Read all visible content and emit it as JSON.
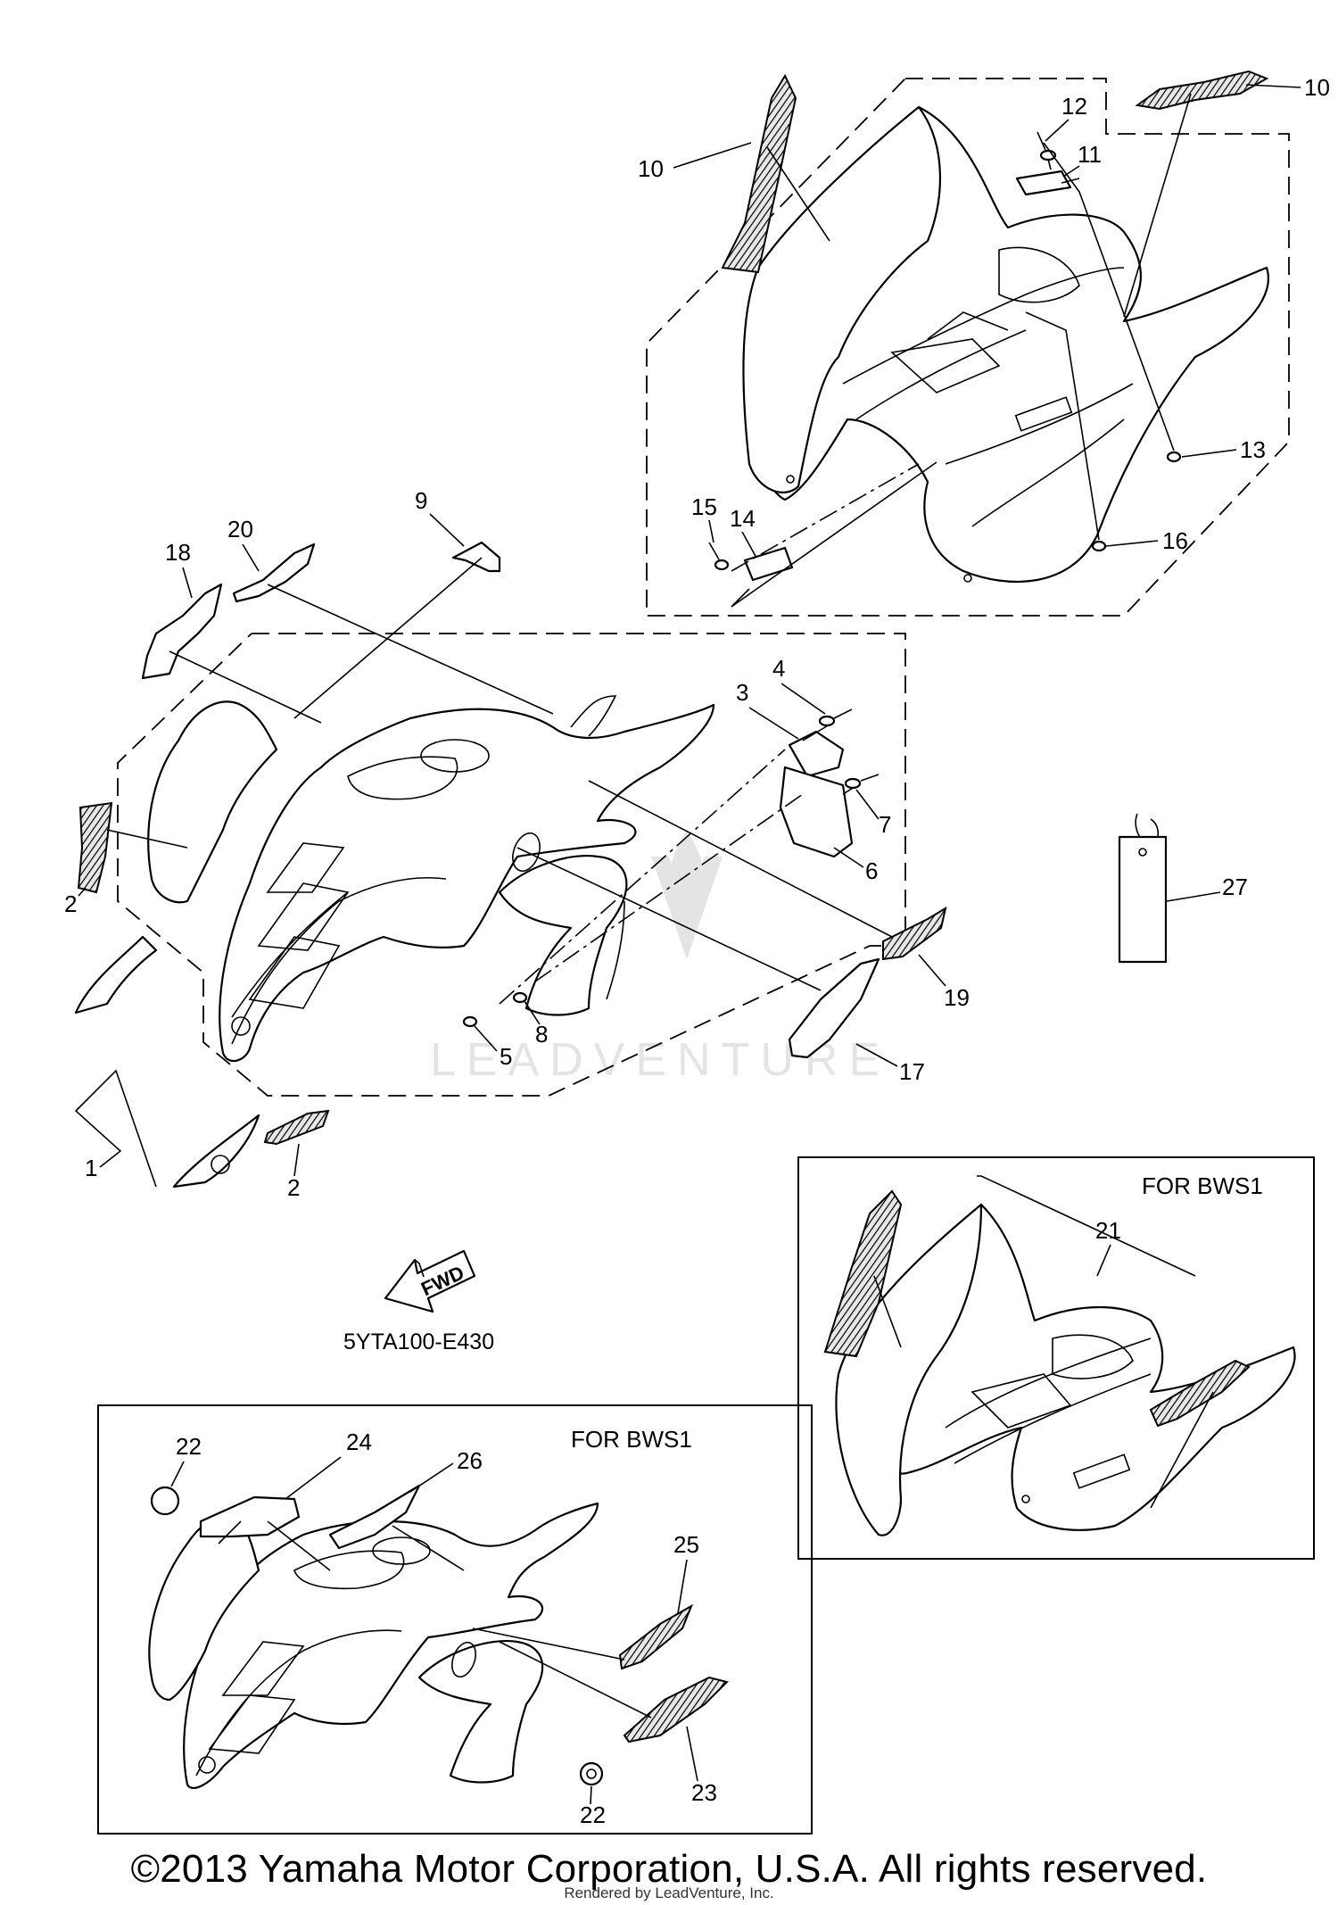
{
  "callouts": {
    "c1": "1",
    "c2a": "2",
    "c2b": "2",
    "c3": "3",
    "c4": "4",
    "c5": "5",
    "c6": "6",
    "c7": "7",
    "c8": "8",
    "c9": "9",
    "c10a": "10",
    "c10b": "10",
    "c11": "11",
    "c12": "12",
    "c13": "13",
    "c14": "14",
    "c15": "15",
    "c16": "16",
    "c17": "17",
    "c18": "18",
    "c19": "19",
    "c20": "20",
    "c21": "21",
    "c22a": "22",
    "c22b": "22",
    "c23": "23",
    "c24": "24",
    "c25": "25",
    "c26": "26",
    "c27": "27"
  },
  "inset_labels": {
    "rear": "FOR BWS1",
    "front": "FOR BWS1"
  },
  "arrow_label": "FWD",
  "diagram_code": "5YTA100-E430",
  "watermark": "LEADVENTURE",
  "footer": {
    "copyright": "©2013 Yamaha Motor Corporation, U.S.A. All rights reserved.",
    "rendered_by": "Rendered by LeadVenture, Inc."
  }
}
